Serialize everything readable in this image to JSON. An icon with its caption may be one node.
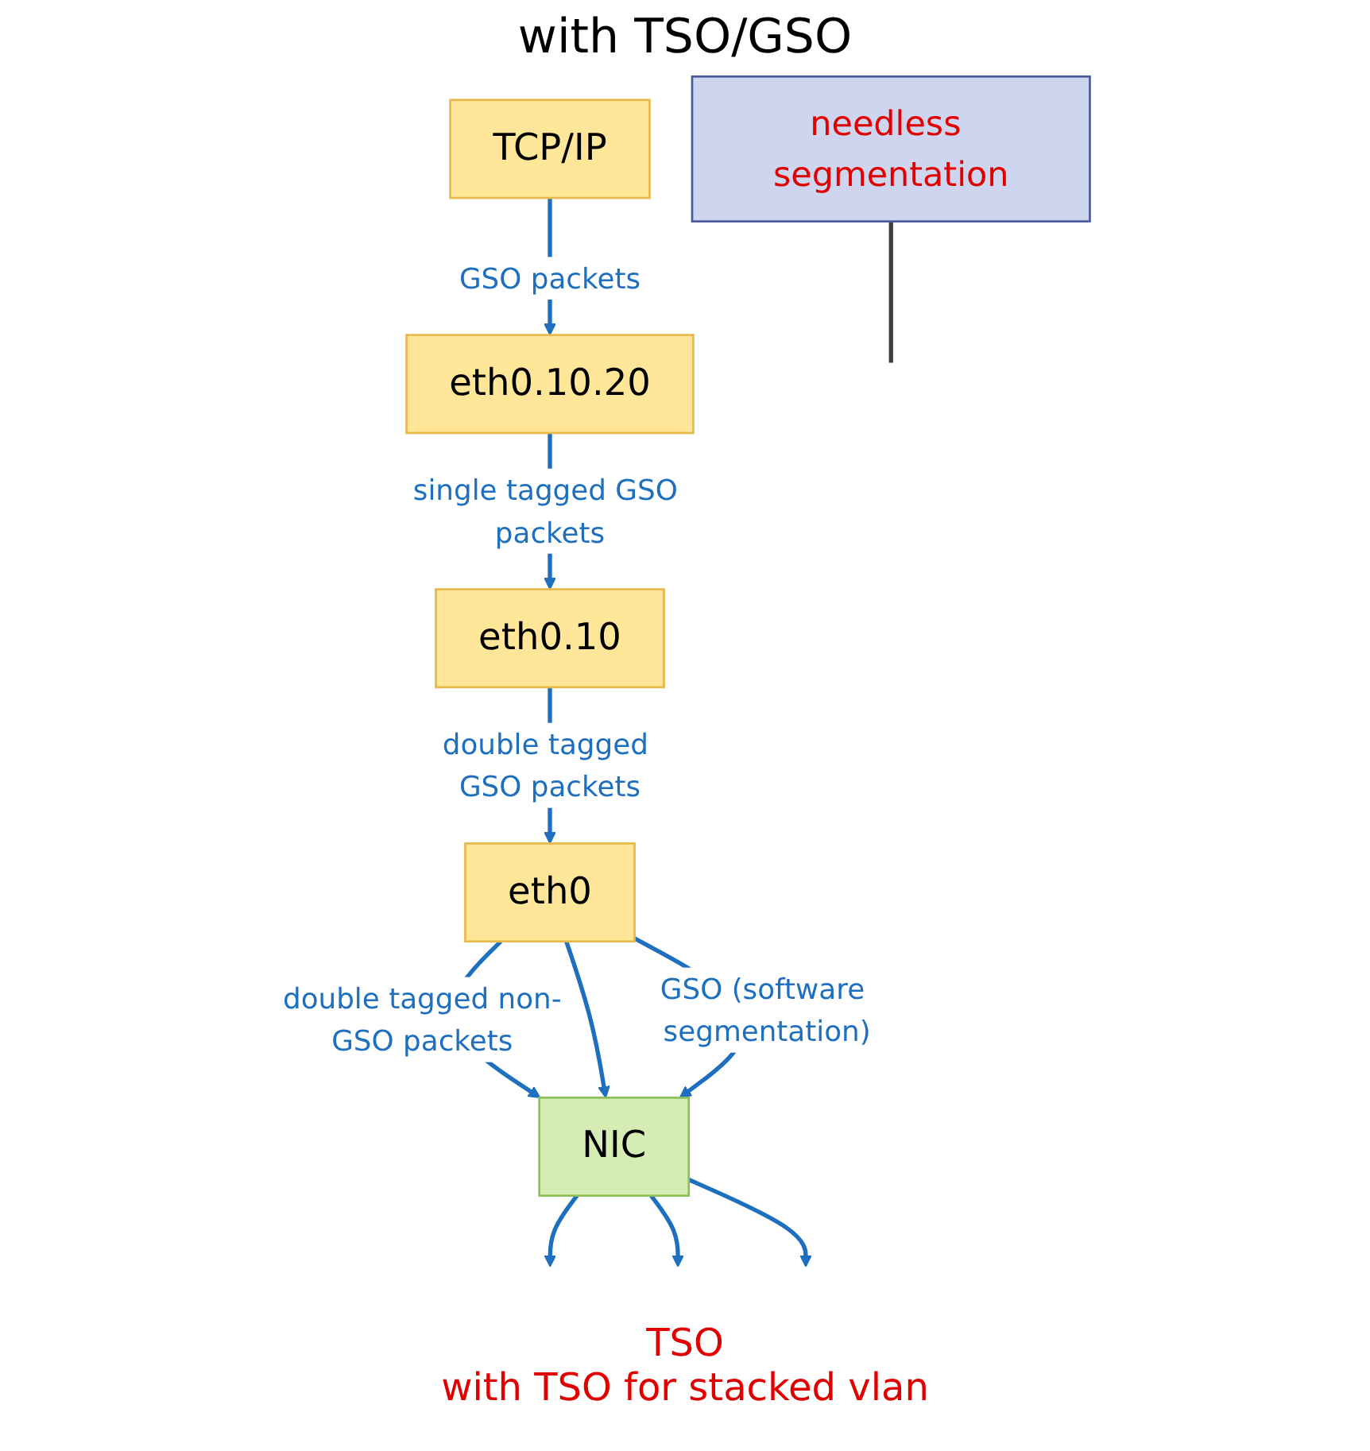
{
  "diagram": {
    "title": "with TSO/GSO",
    "nodes": [
      {
        "text": [
          "TCP/IP"
        ]
      },
      {
        "text": [
          "eth0.10.20"
        ]
      },
      {
        "text": [
          "eth0.10"
        ]
      },
      {
        "text": [
          "eth0"
        ]
      },
      {
        "text": [
          "NIC"
        ]
      },
      {
        "text": [
          "needless segmentation"
        ]
      }
    ],
    "edges": [
      {
        "from": 0,
        "to": 1,
        "arrow": "to",
        "label": "GSO packets"
      },
      {
        "from": 1,
        "to": 2,
        "arrow": "to",
        "label": "single tagged GSO packets"
      },
      {
        "from": 2,
        "to": 3,
        "arrow": "to",
        "label": "double tagged GSO packets"
      },
      {
        "from": 3,
        "to": 4,
        "arrow": "to",
        "label": "double tagged non-GSO packets"
      },
      {
        "from": 3,
        "to": 4,
        "arrow": "to"
      },
      {
        "from": 3,
        "to": 4,
        "arrow": "to",
        "label": "GSO (software segmentation)"
      },
      {
        "from": 4,
        "to": null,
        "arrow": "to"
      },
      {
        "from": 4,
        "to": null,
        "arrow": "to"
      },
      {
        "from": 4,
        "to": null,
        "arrow": "to"
      },
      {
        "from": 5,
        "to": null,
        "arrow": "none",
        "color": "#404040"
      }
    ],
    "labels": [
      "TSO",
      "with TSO for stacked vlan"
    ]
  }
}
